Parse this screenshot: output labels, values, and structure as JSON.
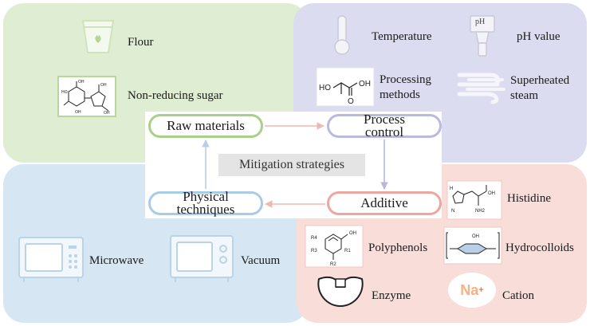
{
  "center": {
    "title": "Mitigation strategies"
  },
  "hubs": {
    "raw": "Raw materials",
    "process_1": "Process",
    "process_2": "control",
    "physical_1": "Physical",
    "physical_2": "techniques",
    "additive": "Additive"
  },
  "raw_materials": {
    "flour": "Flour",
    "sugar": "Non-reducing sugar"
  },
  "process_control": {
    "temperature": "Temperature",
    "ph_badge": "pH",
    "ph": "pH value",
    "methods_1": "Processing",
    "methods_2": "methods",
    "steam_1": "Superheated",
    "steam_2": "steam",
    "lactic_ho": "HO",
    "lactic_oh": "OH",
    "lactic_o": "O"
  },
  "physical": {
    "microwave": "Microwave",
    "vacuum": "Vacuum"
  },
  "additive": {
    "histidine": "Histidine",
    "polyphenols": "Polyphenols",
    "hydrocolloids": "Hydrocolloids",
    "enzyme": "Enzyme",
    "cation": "Cation",
    "cation_symbol": "Na",
    "cation_charge": "+"
  },
  "colors": {
    "raw": "#dfeed3",
    "process": "#dcdcf0",
    "physical": "#d6e6f2",
    "additive": "#f8ddd9"
  }
}
